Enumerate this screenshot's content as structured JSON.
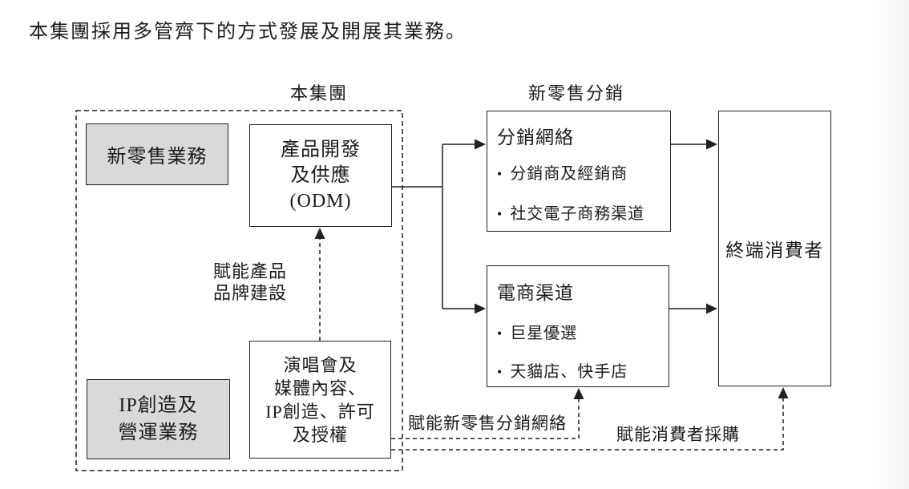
{
  "intro_text": "本集團採用多管齊下的方式發展及開展其業務。",
  "glyphs": {
    "bullet": "•"
  },
  "group": {
    "header": "本集團",
    "retail_label": "新零售業務",
    "ip_label_lines": [
      "IP創造及",
      "營運業務"
    ],
    "odm_lines": [
      "產品開發",
      "及供應",
      "(ODM)"
    ],
    "content_lines": [
      "演唱會及",
      "媒體內容、",
      "IP創造、許可",
      "及授權"
    ]
  },
  "distribution": {
    "header": "新零售分銷",
    "network": {
      "title": "分銷網絡",
      "bullets": [
        "分銷商及經銷商",
        "社交電子商務渠道"
      ]
    },
    "ecommerce": {
      "title": "電商渠道",
      "bullets": [
        "巨星優選",
        "天貓店、快手店"
      ]
    }
  },
  "consumer_label": "終端消費者",
  "annotations": {
    "brand_lines": [
      "賦能產品",
      "品牌建設"
    ],
    "empower_distribution": "賦能新零售分銷網絡",
    "empower_consumer": "賦能消費者採購"
  },
  "colors": {
    "line": "#231f20",
    "gray_fill": "#d9d9d9",
    "background": "#ffffff"
  }
}
